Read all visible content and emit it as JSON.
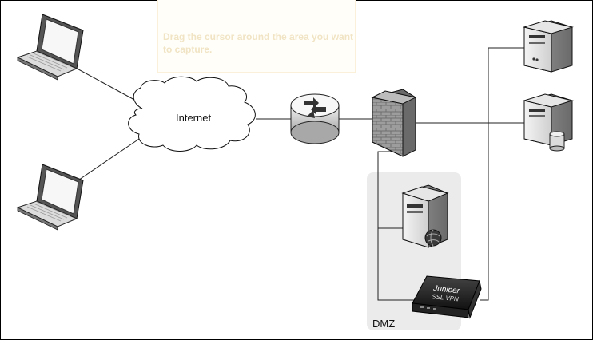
{
  "overlay": {
    "hint_text": "Drag the cursor around the area you want to capture."
  },
  "labels": {
    "cloud": "Internet",
    "dmz": "DMZ",
    "vpn_brand": "Juniper",
    "vpn_model": "SSL VPN"
  },
  "nodes": [
    {
      "id": "laptop-1",
      "type": "laptop"
    },
    {
      "id": "laptop-2",
      "type": "laptop"
    },
    {
      "id": "internet-cloud",
      "type": "cloud"
    },
    {
      "id": "router",
      "type": "router"
    },
    {
      "id": "firewall",
      "type": "firewall"
    },
    {
      "id": "server-1",
      "type": "server"
    },
    {
      "id": "db-server",
      "type": "server-database"
    },
    {
      "id": "web-server",
      "type": "server-globe"
    },
    {
      "id": "ssl-vpn",
      "type": "vpn-appliance"
    }
  ],
  "edges": [
    [
      "laptop-1",
      "internet-cloud"
    ],
    [
      "laptop-2",
      "internet-cloud"
    ],
    [
      "internet-cloud",
      "router"
    ],
    [
      "router",
      "firewall"
    ],
    [
      "firewall",
      "db-server"
    ],
    [
      "firewall",
      "server-1"
    ],
    [
      "firewall",
      "web-server"
    ],
    [
      "firewall",
      "ssl-vpn"
    ],
    [
      "ssl-vpn",
      "server-1"
    ]
  ],
  "colors": {
    "dmz_zone": "#ebebeb",
    "line": "#222222",
    "overlay_text": "#f1e4c4"
  }
}
